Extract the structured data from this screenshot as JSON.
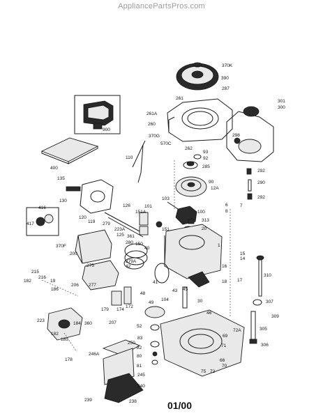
{
  "header": {
    "watermark": "AppliancePartsPros.com"
  },
  "footer": {
    "date_code": "01/00"
  },
  "parts": [
    {
      "id": "p370k",
      "label": "370K"
    },
    {
      "id": "p390",
      "label": "390"
    },
    {
      "id": "p287",
      "label": "287"
    },
    {
      "id": "p261",
      "label": "261"
    },
    {
      "id": "p261a",
      "label": "261A"
    },
    {
      "id": "p260",
      "label": "260"
    },
    {
      "id": "p301",
      "label": "301"
    },
    {
      "id": "p300",
      "label": "300"
    },
    {
      "id": "p298",
      "label": "298"
    },
    {
      "id": "p900",
      "label": "900"
    },
    {
      "id": "p370g",
      "label": "370G"
    },
    {
      "id": "p570c",
      "label": "570C"
    },
    {
      "id": "p262",
      "label": "262"
    },
    {
      "id": "p93",
      "label": "93"
    },
    {
      "id": "p92",
      "label": "92"
    },
    {
      "id": "p110",
      "label": "110"
    },
    {
      "id": "p285",
      "label": "285"
    },
    {
      "id": "p400",
      "label": "400"
    },
    {
      "id": "p292a",
      "label": "292"
    },
    {
      "id": "p290",
      "label": "290"
    },
    {
      "id": "p292b",
      "label": "292"
    },
    {
      "id": "p90",
      "label": "90"
    },
    {
      "id": "p12a",
      "label": "12A"
    },
    {
      "id": "p135",
      "label": "135"
    },
    {
      "id": "p130",
      "label": "130"
    },
    {
      "id": "p6",
      "label": "6"
    },
    {
      "id": "p7",
      "label": "7"
    },
    {
      "id": "p8",
      "label": "8"
    },
    {
      "id": "p416",
      "label": "416"
    },
    {
      "id": "p417",
      "label": "417"
    },
    {
      "id": "p120",
      "label": "120"
    },
    {
      "id": "p119",
      "label": "119"
    },
    {
      "id": "p126",
      "label": "126"
    },
    {
      "id": "p151a",
      "label": "151A"
    },
    {
      "id": "p101",
      "label": "101"
    },
    {
      "id": "p103",
      "label": "103"
    },
    {
      "id": "p100",
      "label": "100"
    },
    {
      "id": "p313",
      "label": "313"
    },
    {
      "id": "p20",
      "label": "20"
    },
    {
      "id": "p151",
      "label": "151"
    },
    {
      "id": "p279",
      "label": "279"
    },
    {
      "id": "p223a",
      "label": "223A"
    },
    {
      "id": "p125",
      "label": "125"
    },
    {
      "id": "p361",
      "label": "361"
    },
    {
      "id": "p370f",
      "label": "370F"
    },
    {
      "id": "p280",
      "label": "280"
    },
    {
      "id": "p150",
      "label": "150"
    },
    {
      "id": "p40",
      "label": "40"
    },
    {
      "id": "p1",
      "label": "1"
    },
    {
      "id": "p15",
      "label": "15"
    },
    {
      "id": "p14",
      "label": "14"
    },
    {
      "id": "p200",
      "label": "200"
    },
    {
      "id": "p279a",
      "label": "279A"
    },
    {
      "id": "p275",
      "label": "275"
    },
    {
      "id": "p42",
      "label": "42"
    },
    {
      "id": "p16",
      "label": "16"
    },
    {
      "id": "p215",
      "label": "215"
    },
    {
      "id": "p216",
      "label": "216"
    },
    {
      "id": "p182a",
      "label": "182"
    },
    {
      "id": "p19",
      "label": "19"
    },
    {
      "id": "p206",
      "label": "206"
    },
    {
      "id": "p277",
      "label": "277"
    },
    {
      "id": "p41",
      "label": "41"
    },
    {
      "id": "p43",
      "label": "43"
    },
    {
      "id": "p45",
      "label": "45"
    },
    {
      "id": "p186",
      "label": "186"
    },
    {
      "id": "p18",
      "label": "18"
    },
    {
      "id": "p17",
      "label": "17"
    },
    {
      "id": "p310",
      "label": "310"
    },
    {
      "id": "p48",
      "label": "48"
    },
    {
      "id": "p104",
      "label": "104"
    },
    {
      "id": "p179",
      "label": "179"
    },
    {
      "id": "p174",
      "label": "174"
    },
    {
      "id": "p172",
      "label": "172"
    },
    {
      "id": "p49",
      "label": "49"
    },
    {
      "id": "p30",
      "label": "30"
    },
    {
      "id": "p46",
      "label": "46"
    },
    {
      "id": "p307",
      "label": "307"
    },
    {
      "id": "p309",
      "label": "309"
    },
    {
      "id": "p223",
      "label": "223"
    },
    {
      "id": "p184",
      "label": "184"
    },
    {
      "id": "p360",
      "label": "360"
    },
    {
      "id": "p207",
      "label": "207"
    },
    {
      "id": "p52",
      "label": "52"
    },
    {
      "id": "p72a",
      "label": "72A"
    },
    {
      "id": "p305",
      "label": "305"
    },
    {
      "id": "p182b",
      "label": "182"
    },
    {
      "id": "p185",
      "label": "185"
    },
    {
      "id": "p83",
      "label": "83"
    },
    {
      "id": "p69",
      "label": "69"
    },
    {
      "id": "p306",
      "label": "306"
    },
    {
      "id": "p250",
      "label": "250"
    },
    {
      "id": "p82",
      "label": "82"
    },
    {
      "id": "p71",
      "label": "71"
    },
    {
      "id": "p178",
      "label": "178"
    },
    {
      "id": "p246a",
      "label": "246A"
    },
    {
      "id": "p80",
      "label": "80"
    },
    {
      "id": "p66",
      "label": "66"
    },
    {
      "id": "p81",
      "label": "81"
    },
    {
      "id": "p70",
      "label": "70"
    },
    {
      "id": "p75",
      "label": "75"
    },
    {
      "id": "p72",
      "label": "72"
    },
    {
      "id": "p245",
      "label": "245"
    },
    {
      "id": "p240",
      "label": "240"
    },
    {
      "id": "p239",
      "label": "239"
    },
    {
      "id": "p238",
      "label": "238"
    }
  ]
}
